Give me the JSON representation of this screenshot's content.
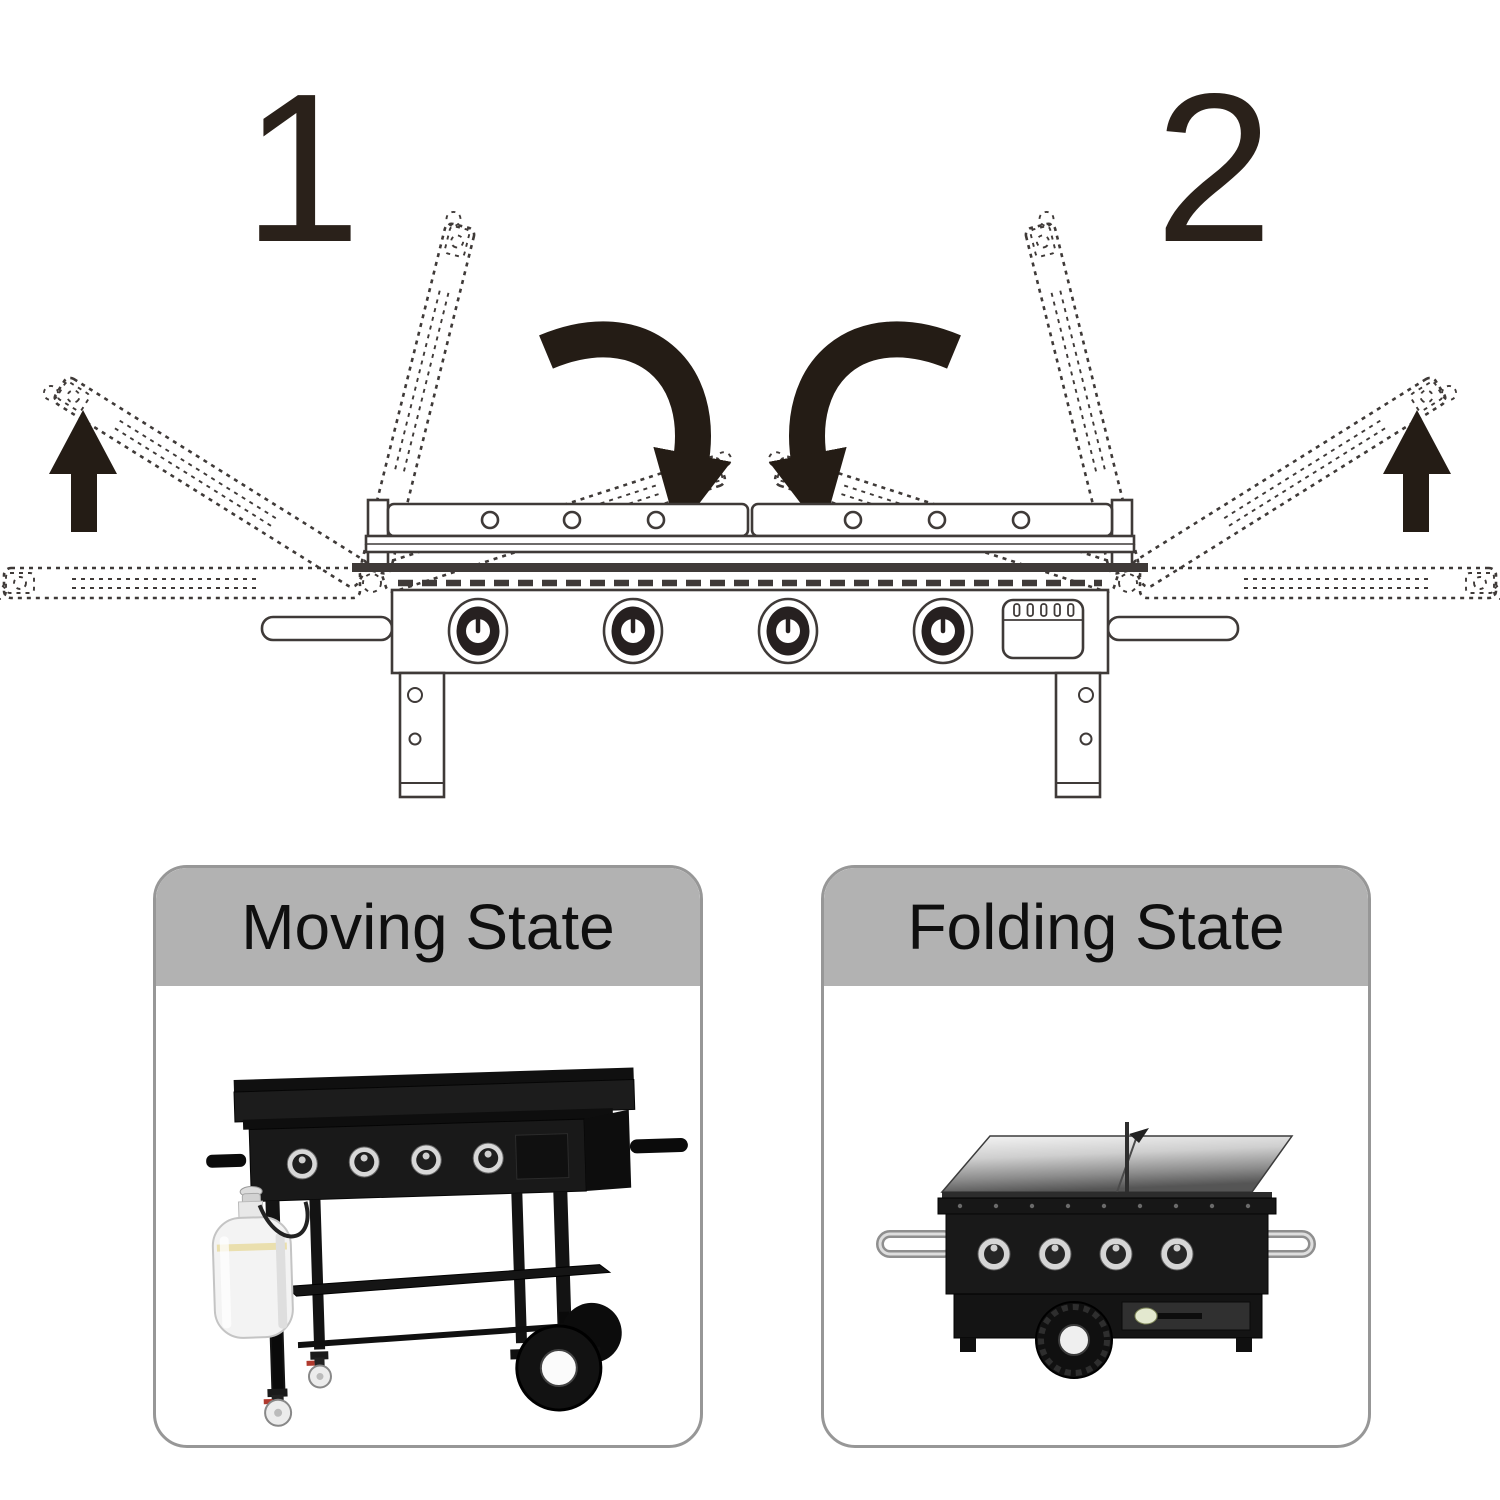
{
  "diagram": {
    "steps": [
      {
        "label": "1"
      },
      {
        "label": "2"
      }
    ],
    "icons": {
      "up_arrow": "up-arrow-icon (solid black arrow pointing up, shown on both outer sides)",
      "fold_arrow": "curved-fold-arrow-icon (thick black curved arrow showing leg folding direction)",
      "dashed_leg": "dashed-leg-outline (folding leg shown in 4 rotated positions per side)",
      "grill_line_art": "grill-body-line-drawing (griddle top, 4 burner knobs, control box, side handles, 2 legs)"
    }
  },
  "cards": [
    {
      "title": "Moving State"
    },
    {
      "title": "Folding State"
    }
  ],
  "colors": {
    "background": "#ffffff",
    "line_art": "#3f3a38",
    "arrow_black": "#241c15",
    "card_border": "#979797",
    "card_header_bg": "#b2b2b2",
    "card_title": "#0f0f0f",
    "grill_black": "#161616",
    "tank_white": "#f3f3f3",
    "chrome": "#b9b9b9",
    "regulator_green": "#e3e8cf"
  }
}
